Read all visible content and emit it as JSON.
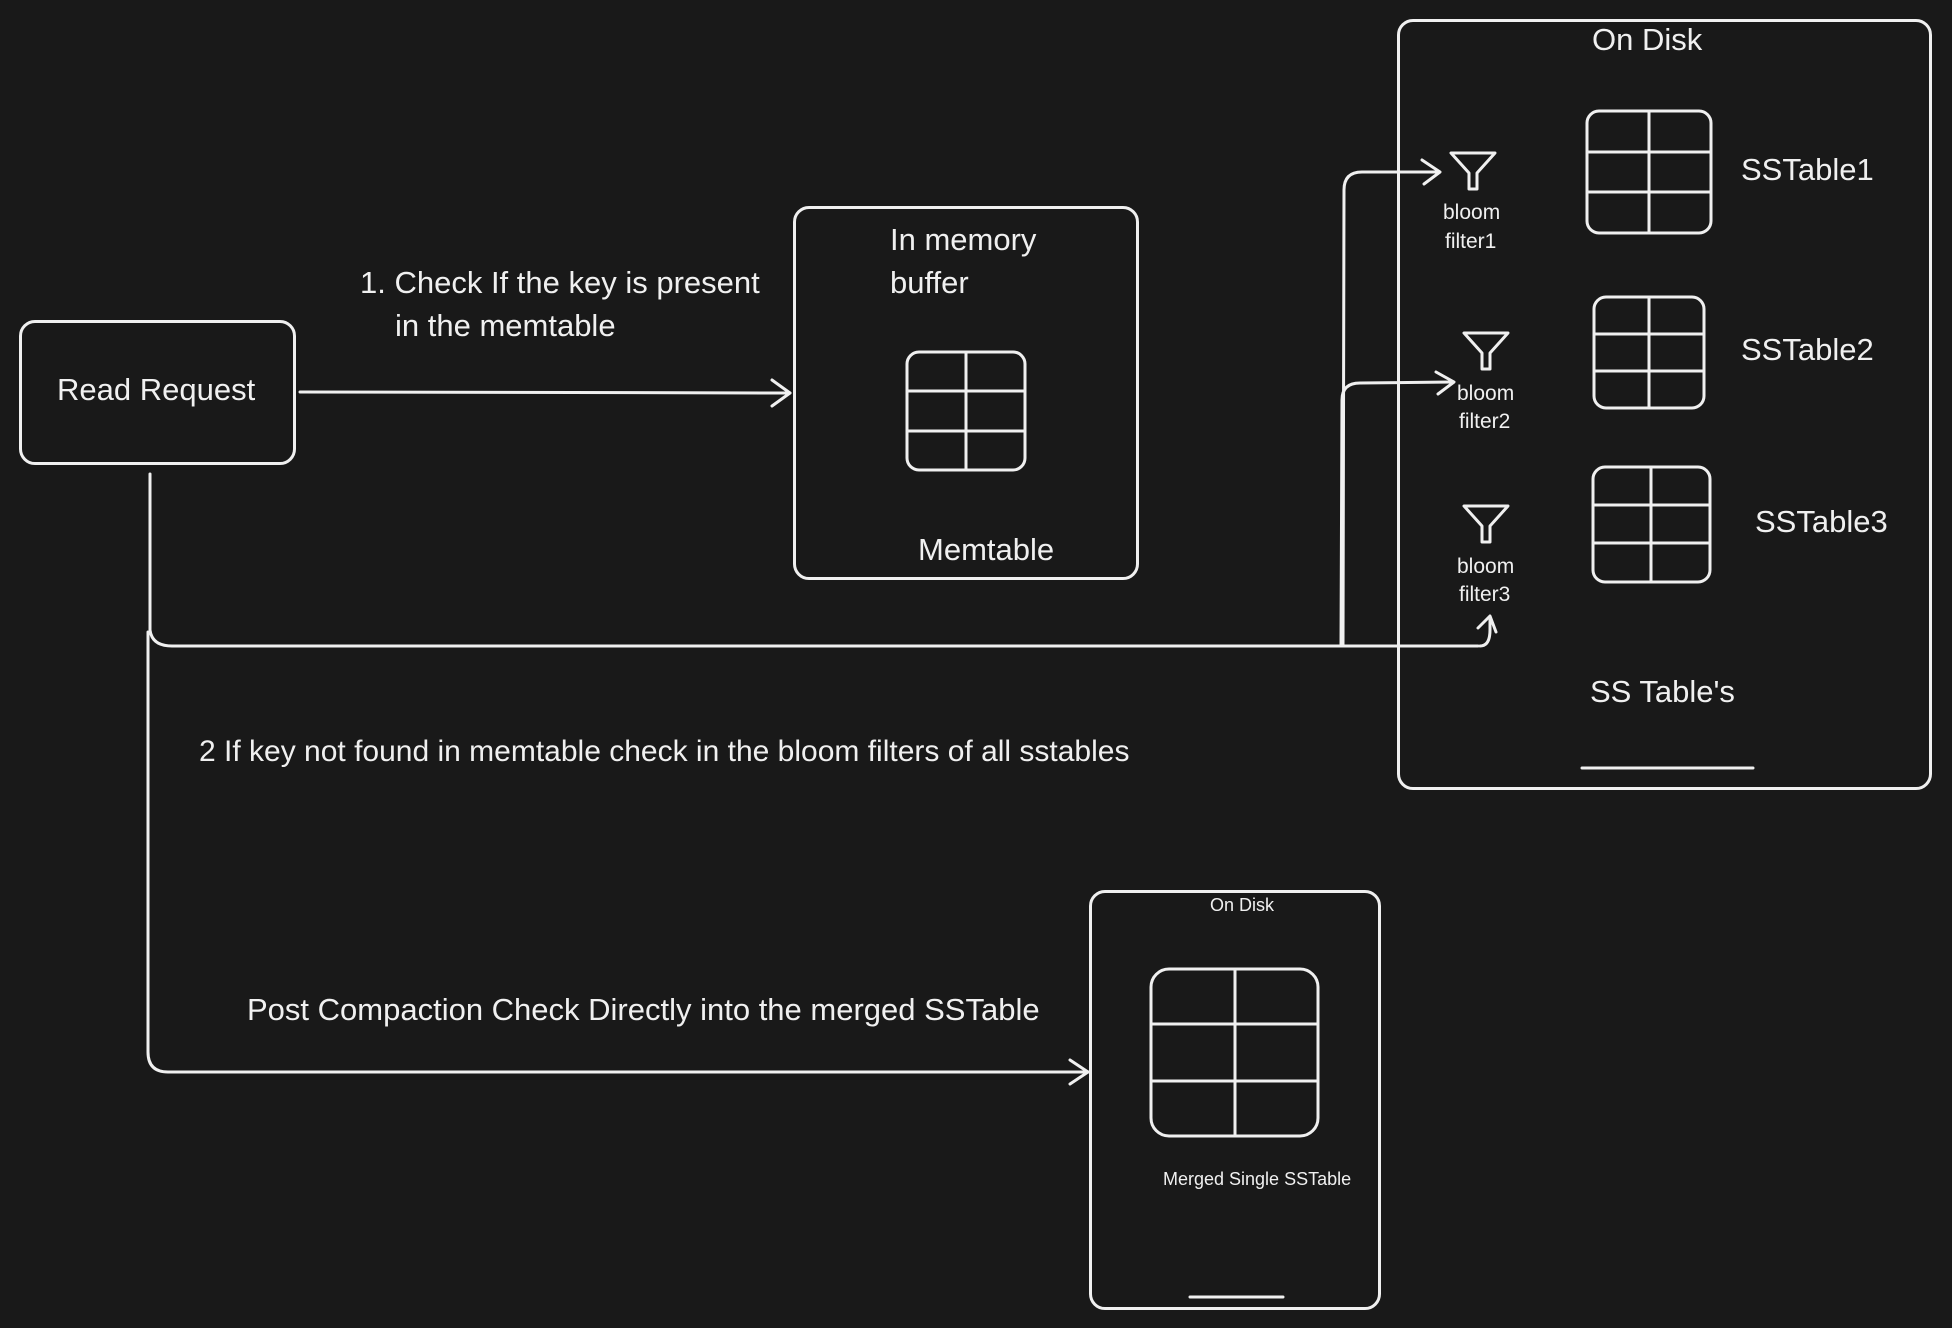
{
  "canvas": {
    "background": "#191919",
    "stroke": "#f0f0f0"
  },
  "read_request": {
    "label": "Read Request"
  },
  "step1": {
    "line1": "1. Check If the key is present",
    "line2": "in the memtable"
  },
  "memtable_box": {
    "title_line1": "In memory",
    "title_line2": "buffer",
    "label": "Memtable"
  },
  "on_disk_box": {
    "title": "On Disk",
    "footer": "SS Table's",
    "filters": [
      {
        "line1": "bloom",
        "line2": "filter1",
        "icon": "funnel-icon"
      },
      {
        "line1": "bloom",
        "line2": "filter2",
        "icon": "funnel-icon"
      },
      {
        "line1": "bloom",
        "line2": "filter3",
        "icon": "funnel-icon"
      }
    ],
    "sstables": [
      {
        "label": "SSTable1",
        "icon": "table-icon"
      },
      {
        "label": "SSTable2",
        "icon": "table-icon"
      },
      {
        "label": "SSTable3",
        "icon": "table-icon"
      }
    ]
  },
  "step2": {
    "text": "2 If key not found in memtable check in the bloom filters of all sstables"
  },
  "post_compaction": {
    "text": "Post Compaction Check Directly into the merged SSTable"
  },
  "merged_box": {
    "title": "On Disk",
    "label": "Merged Single SSTable"
  }
}
